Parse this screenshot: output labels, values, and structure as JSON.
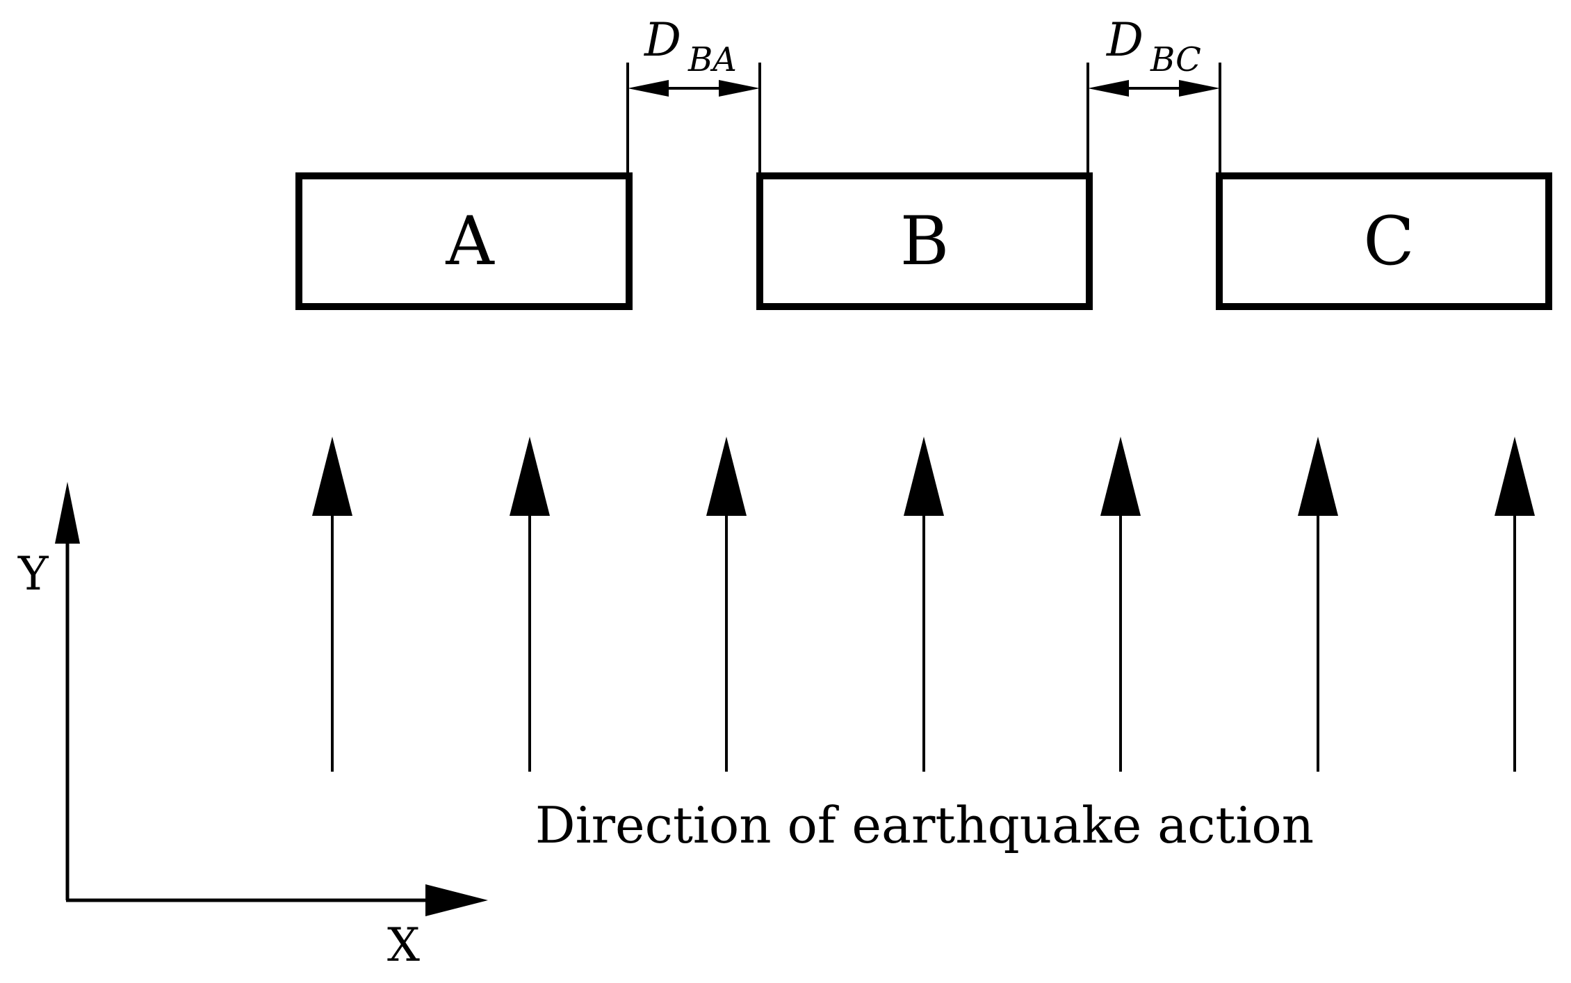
{
  "buildings": [
    {
      "label": "A"
    },
    {
      "label": "B"
    },
    {
      "label": "C"
    }
  ],
  "gaps": [
    {
      "symbol": "D",
      "subscript": "BA"
    },
    {
      "symbol": "D",
      "subscript": "BC"
    }
  ],
  "axes": {
    "x_label": "X",
    "y_label": "Y"
  },
  "earthquake": {
    "arrow_count": 7,
    "caption": "Direction of earthquake action"
  },
  "colors": {
    "line": "#000000",
    "background": "#ffffff"
  }
}
